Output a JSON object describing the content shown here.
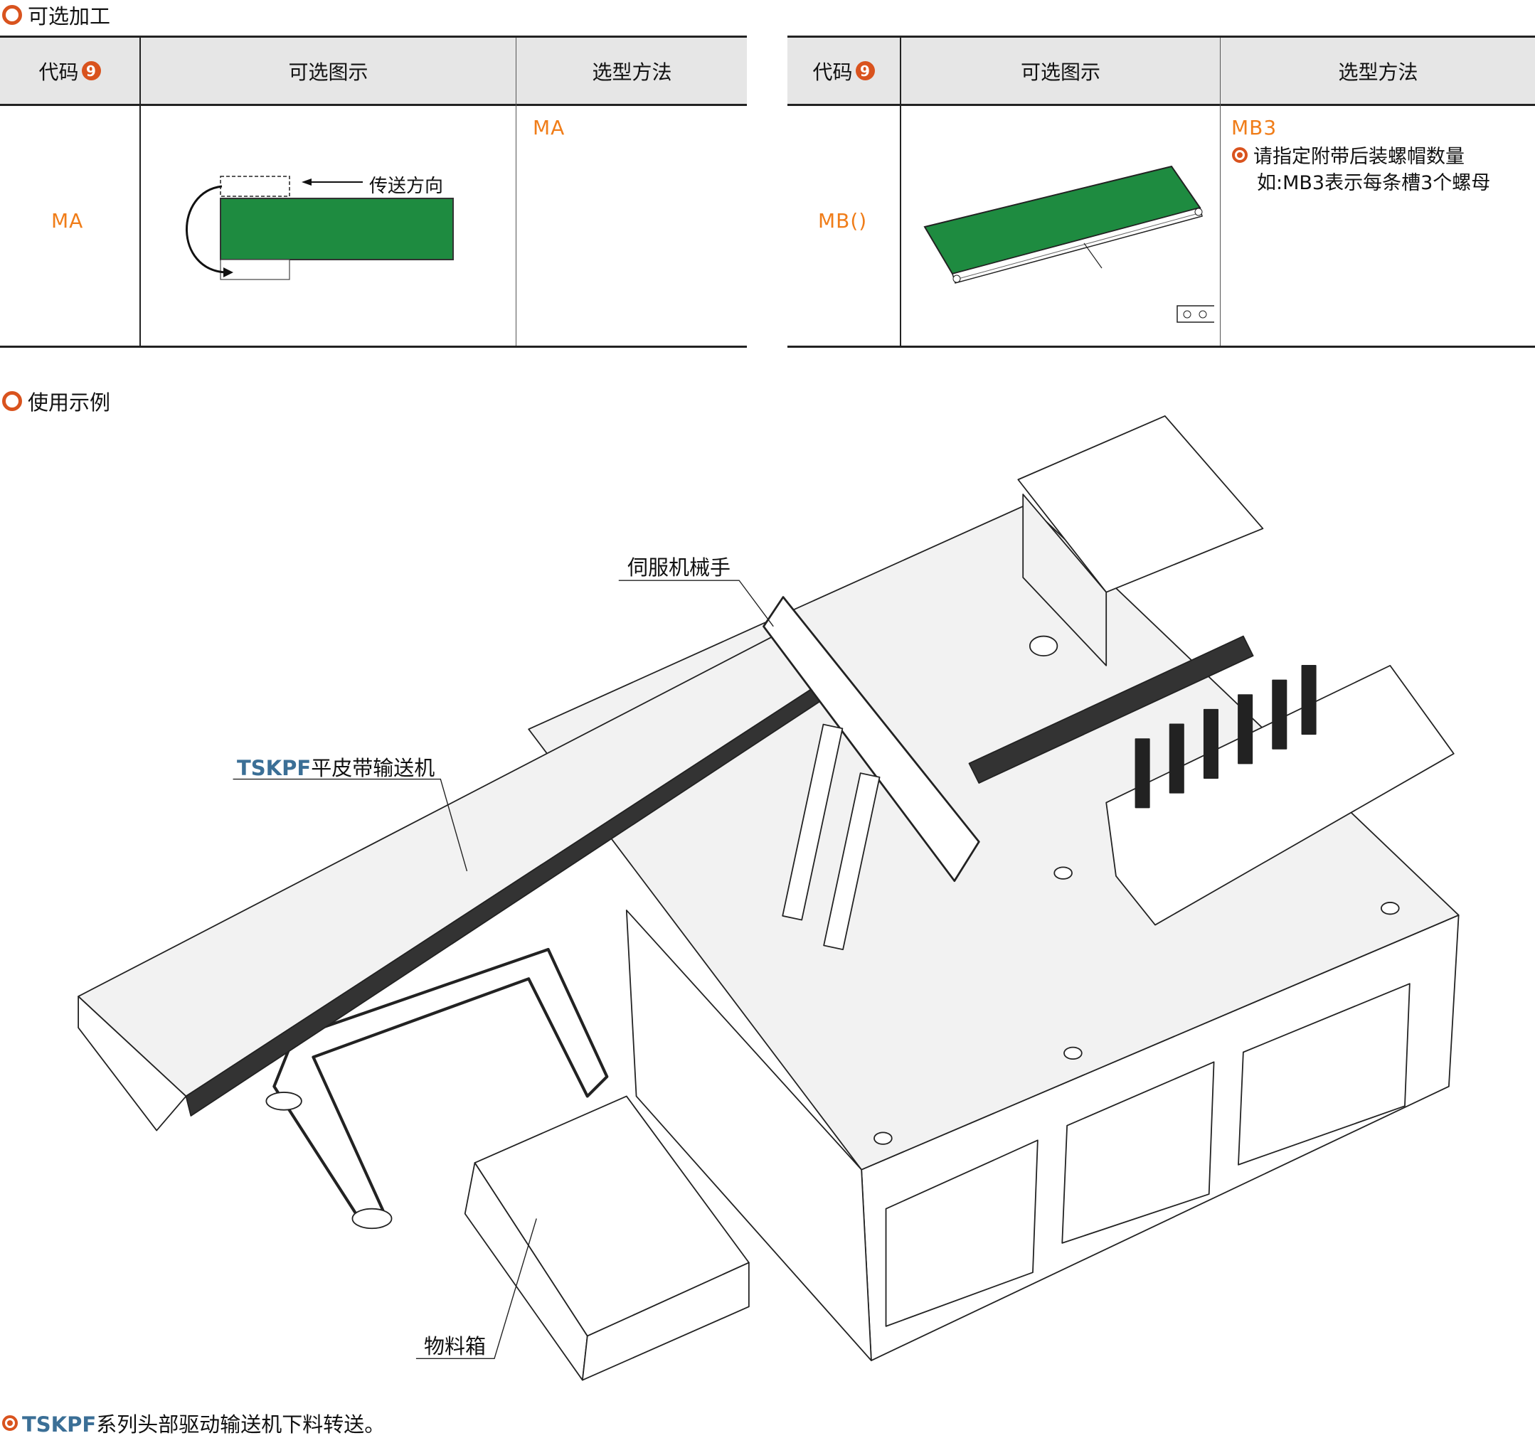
{
  "optional_processing": {
    "title": "可选加工",
    "left_table": {
      "headers": {
        "code": "代码",
        "code_badge": "9",
        "illustration": "可选图示",
        "selection": "选型方法"
      },
      "row": {
        "code": "MA",
        "selection": "MA",
        "direction_label": "传送方向"
      }
    },
    "right_table": {
      "headers": {
        "code": "代码",
        "code_badge": "9",
        "illustration": "可选图示",
        "selection": "选型方法"
      },
      "row": {
        "code": "MB()",
        "selection": "MB3",
        "note_line1": "请指定附带后装螺帽数量",
        "note_line2": "如:MB3表示每条槽3个螺母"
      }
    }
  },
  "usage_example": {
    "title": "使用示例",
    "labels": {
      "servo_manipulator": "伺服机械手",
      "conveyor_model": "TSKPF",
      "conveyor_name": "平皮带输送机",
      "material_box": "物料箱"
    },
    "caption_model": "TSKPF",
    "caption_text": "系列头部驱动输送机下料转送。"
  },
  "colors": {
    "accent": "#d9531e",
    "code_orange": "#f07d19",
    "belt_green": "#1e8b40",
    "model_blue": "#3b6f96"
  }
}
